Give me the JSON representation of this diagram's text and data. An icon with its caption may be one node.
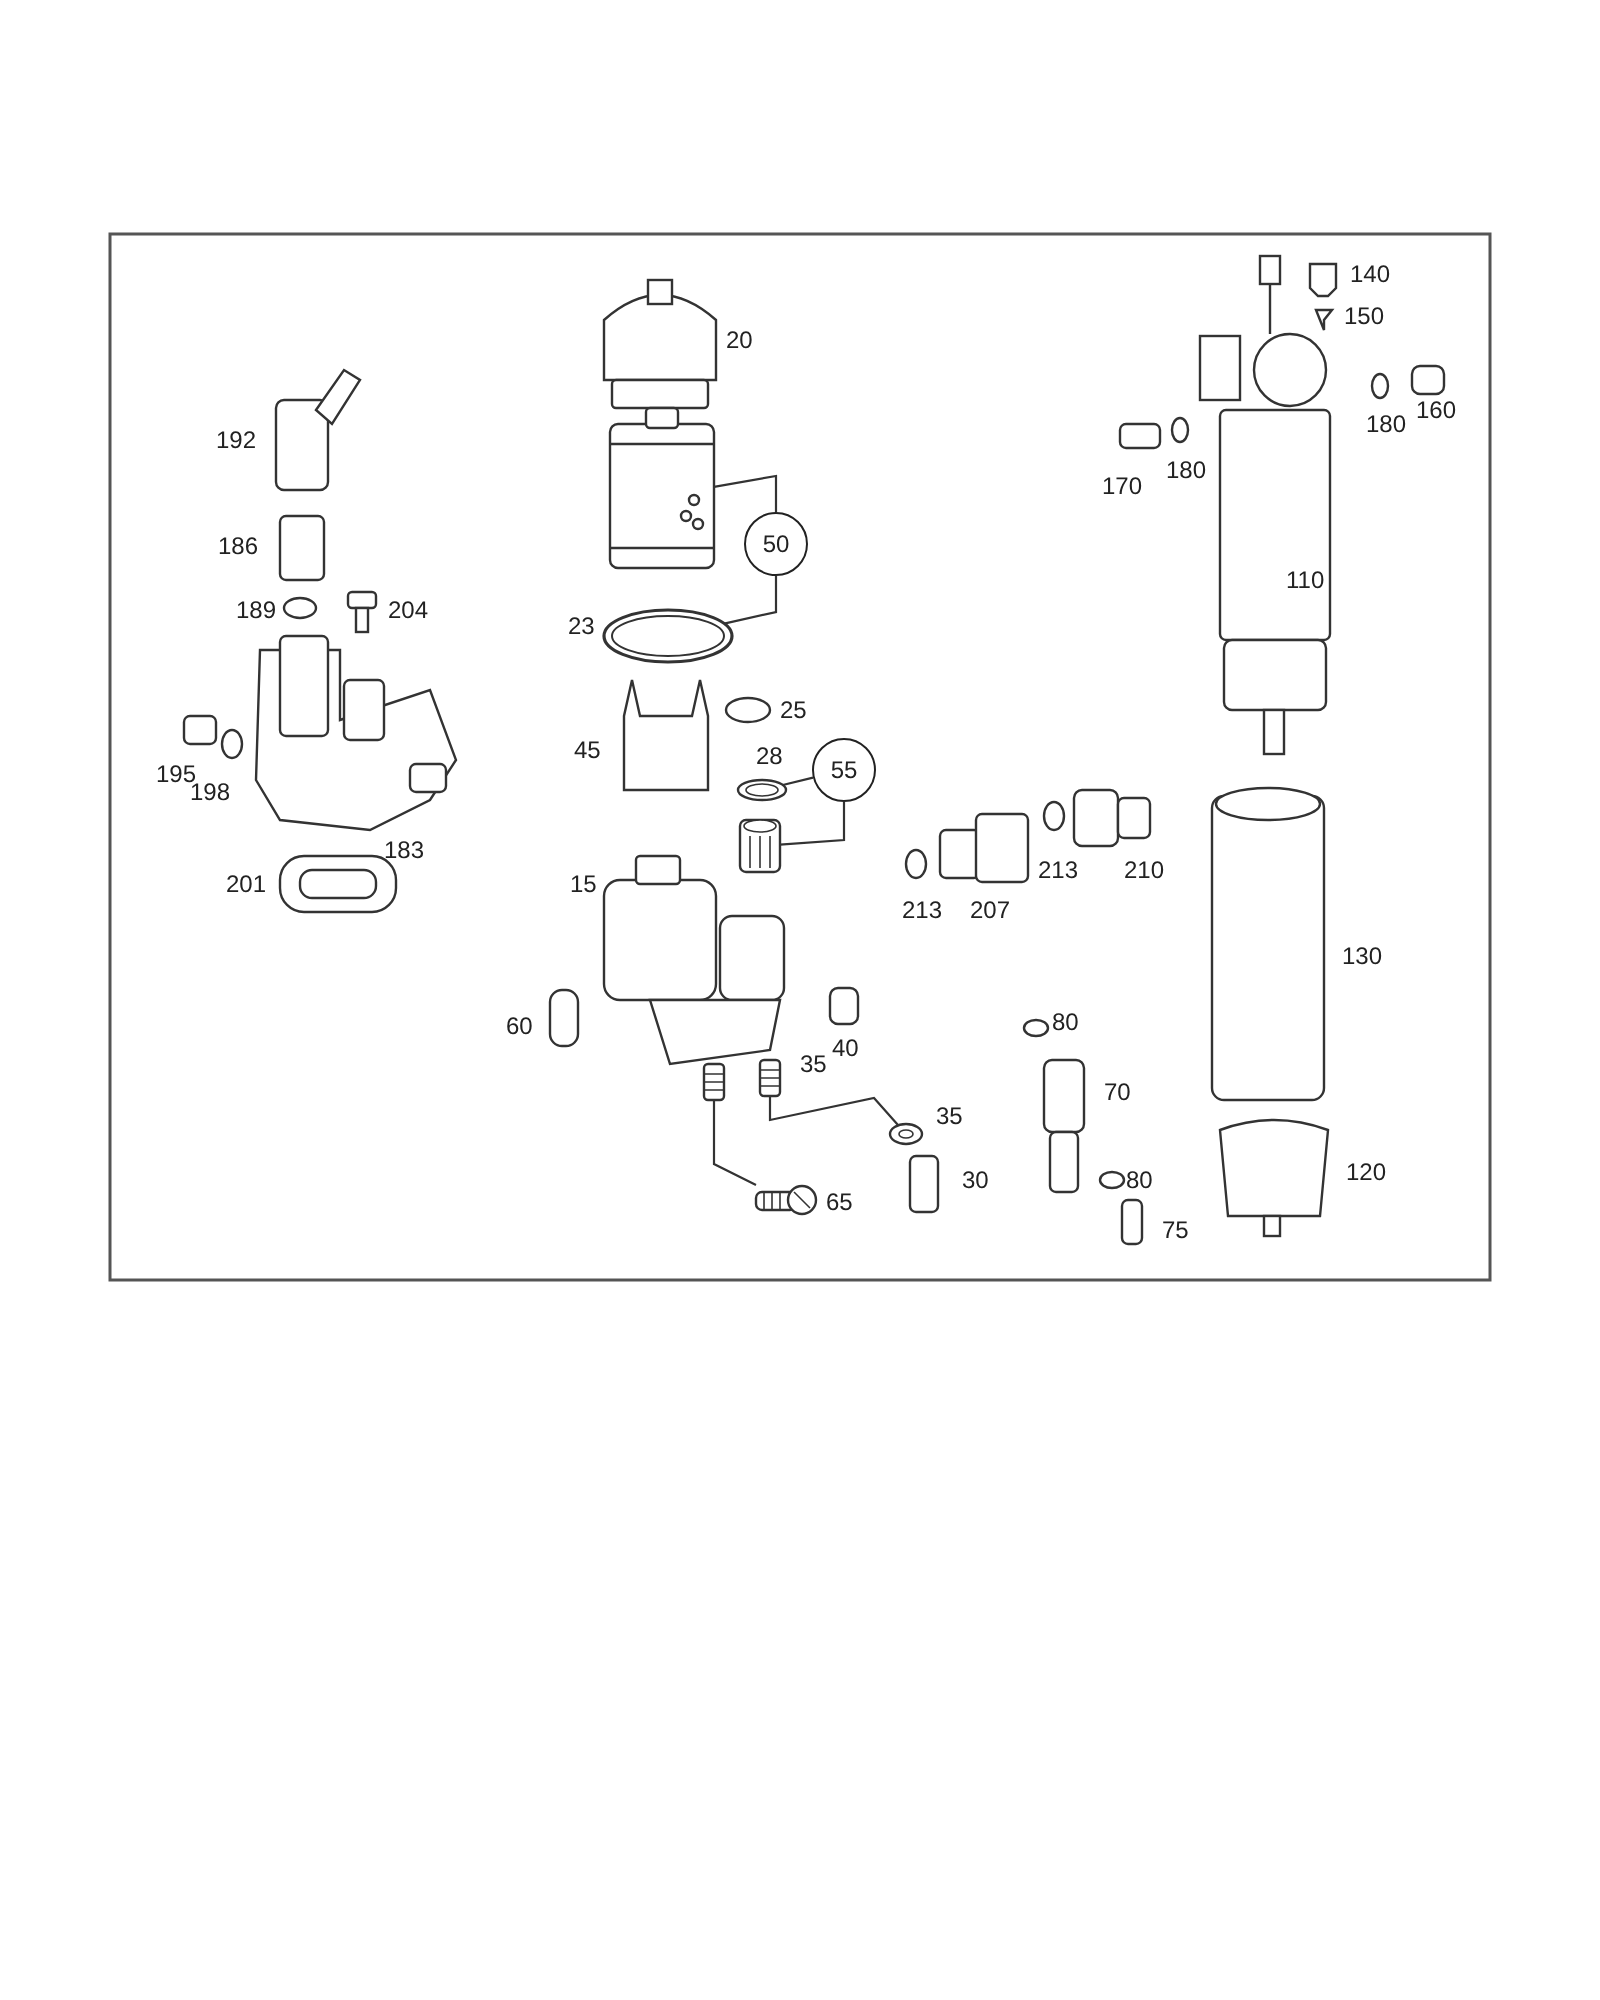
{
  "diagram": {
    "nodes": [
      {
        "text": [
          "50"
        ]
      },
      {
        "text": [
          "55"
        ]
      },
      {
        "text": [],
        "shape": "picture"
      },
      {
        "text": [],
        "shape": "picture"
      },
      {
        "text": [],
        "shape": "picture"
      },
      {
        "text": [],
        "shape": "picture"
      },
      {
        "text": [],
        "shape": "picture"
      },
      {
        "text": [],
        "shape": "picture"
      },
      {
        "text": [],
        "shape": "picture"
      },
      {
        "text": [],
        "shape": "picture"
      }
    ],
    "edges": [
      {
        "from": 0,
        "to": 2,
        "arrow": "none"
      },
      {
        "from": 0,
        "to": 3,
        "arrow": "none"
      },
      {
        "from": 1,
        "to": 4,
        "arrow": "none"
      },
      {
        "from": 1,
        "to": 5,
        "arrow": "none"
      },
      {
        "from": 6,
        "to": 9,
        "arrow": "none"
      },
      {
        "from": 7,
        "to": 8,
        "arrow": "none"
      }
    ],
    "labels": [
      "20",
      "140",
      "150",
      "192",
      "180",
      "160",
      "170",
      "180",
      "186",
      "110",
      "189",
      "204",
      "23",
      "25",
      "45",
      "195",
      "198",
      "28",
      "183",
      "210",
      "213",
      "201",
      "15",
      "213",
      "207",
      "130",
      "80",
      "60",
      "40",
      "35",
      "70",
      "35",
      "120",
      "30",
      "80",
      "65",
      "75"
    ]
  }
}
